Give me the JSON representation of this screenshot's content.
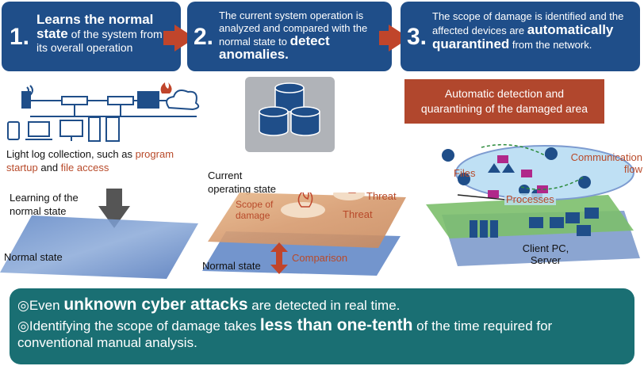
{
  "steps": [
    {
      "num": "1.",
      "pre": "",
      "bold": "Learns the normal state",
      "post": " of the system from its overall operation"
    },
    {
      "num": "2.",
      "pre": "The current system operation is analyzed and compared with the normal state to ",
      "bold": "detect anomalies.",
      "post": ""
    },
    {
      "num": "3.",
      "pre": "The scope of damage is identified and the affected devices are ",
      "bold": "automatically quarantined",
      "post": " from the network."
    }
  ],
  "red_box": "Automatic detection and quarantining of the damaged area",
  "left": {
    "caption_pre": "Light log collection, such as ",
    "caption_red1": "program startup",
    "caption_mid": " and ",
    "caption_red2": "file access",
    "learning": "Learning of the normal state",
    "normal_state": "Normal state"
  },
  "middle": {
    "current": "Current operating state",
    "scope": "Scope of damage",
    "threat1": "Threat",
    "threat2": "Threat",
    "normal_state": "Normal state",
    "comparison": "Comparison"
  },
  "right": {
    "communication": "Communication flow",
    "files": "Files",
    "processes": "Processes",
    "client": "Client PC, Server"
  },
  "bottom": {
    "symbol": "◎",
    "line1_pre": "Even ",
    "line1_bold": "unknown cyber attacks",
    "line1_post": " are detected in real time.",
    "line2_pre": "Identifying the scope of damage takes ",
    "line2_bold": "less than one-tenth",
    "line2_post": " of the time required for conventional manual analysis."
  },
  "colors": {
    "step": "#1f4e89",
    "arrow": "#c0452b",
    "red_box": "#b1472d",
    "bottom": "#1a6f73",
    "accent_text": "#b84a2a"
  }
}
